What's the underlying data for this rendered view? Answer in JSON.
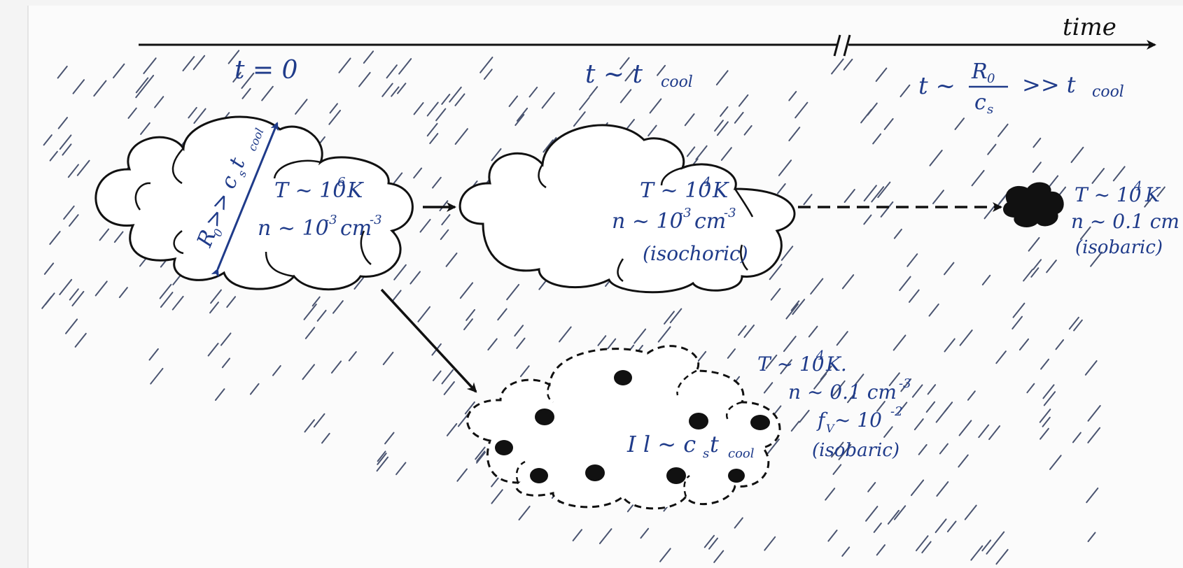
{
  "timeline": {
    "axis_label": "time",
    "stages": {
      "initial": "t = 0",
      "cooling": "t ~ t",
      "cooling_sub": "cool",
      "late_left": "t ~",
      "late_num": "R",
      "late_num_sub": "0",
      "late_den": "c",
      "late_den_sub": "s",
      "late_right": ">> t",
      "late_right_sub": "cool"
    }
  },
  "initial_cloud": {
    "radius_label": "R",
    "radius_label_sub": "0",
    "radius_relation": " >> c",
    "radius_relation_sub1": "s",
    "radius_relation_t": " t",
    "radius_relation_sub2": "cool",
    "temperature": "T ~ 10",
    "temperature_exp": "6",
    "temperature_unit": "K",
    "density": "n ~ 10",
    "density_exp": "-3",
    "density_unit": "cm",
    "density_unit_exp": "-3"
  },
  "isochoric_cloud": {
    "temperature": "T ~ 10",
    "temperature_exp": "4",
    "temperature_unit": "K",
    "density": "n ~ 10",
    "density_exp": "-3",
    "density_unit": "cm",
    "density_unit_exp": "-3",
    "mode": "(isochoric)"
  },
  "isobaric_clump": {
    "temperature": "T ~ 10",
    "temperature_exp": "4",
    "temperature_unit": "K",
    "density": "n ~ 0.1 cm",
    "mode": "(isobaric)"
  },
  "fragmented_cloud": {
    "temperature": "T ~ 10",
    "temperature_exp": "4",
    "temperature_unit": "K.",
    "density": "n ~ 0.1 cm",
    "density_exp": "-3",
    "volume_fraction": "f",
    "volume_fraction_sub": "V",
    "volume_fraction_value": " ~ 10",
    "volume_fraction_exp": "-2",
    "mode": "(isobaric)",
    "scale_label": "I l ~ c",
    "scale_label_sub": "s",
    "scale_label_t": " t",
    "scale_label_sub2": "cool"
  },
  "colors": {
    "ink": "#111111",
    "annotation_blue": "#1f3b8a",
    "background": "#f4f4f4",
    "hatch": "#4a5470"
  }
}
